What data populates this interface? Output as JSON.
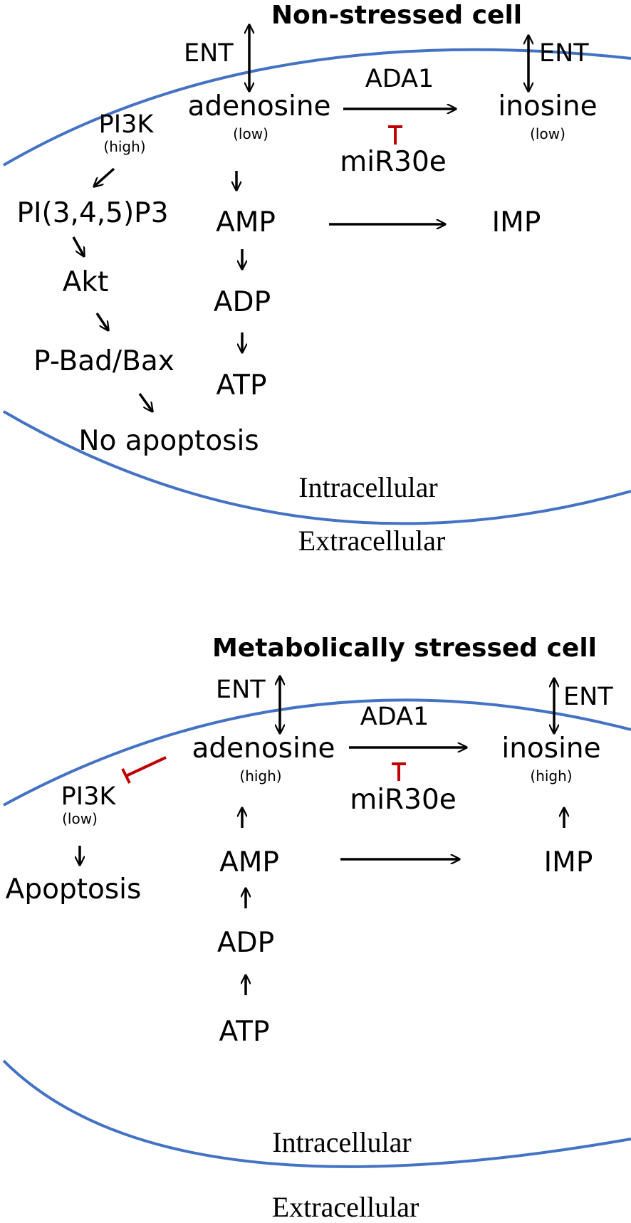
{
  "colors": {
    "membrane": "#4472c4",
    "inhibition": "#c00000",
    "text": "#000000"
  },
  "top_panel": {
    "title": "Non-stressed cell",
    "ent_left": "ENT",
    "ent_right": "ENT",
    "adenosine": "adenosine",
    "adenosine_level": "(low)",
    "ada1": "ADA1",
    "inosine": "inosine",
    "inosine_level": "(low)",
    "mir30e": "miR30e",
    "pi3k": "PI3K",
    "pi3k_level": "(high)",
    "pip3": "PI(3,4,5)P3",
    "akt": "Akt",
    "pbad": "P-Bad/Bax",
    "outcome": "No apoptosis",
    "amp": "AMP",
    "adp": "ADP",
    "atp": "ATP",
    "imp": "IMP",
    "intracellular": "Intracellular",
    "extracellular": "Extracellular"
  },
  "bottom_panel": {
    "title": "Metabolically stressed cell",
    "ent_left": "ENT",
    "ent_right": "ENT",
    "adenosine": "adenosine",
    "adenosine_level": "(high)",
    "ada1": "ADA1",
    "inosine": "inosine",
    "inosine_level": "(high)",
    "mir30e": "miR30e",
    "pi3k": "PI3K",
    "pi3k_level": "(low)",
    "outcome": "Apoptosis",
    "amp": "AMP",
    "adp": "ADP",
    "atp": "ATP",
    "imp": "IMP",
    "intracellular": "Intracellular",
    "extracellular": "Extracellular"
  }
}
